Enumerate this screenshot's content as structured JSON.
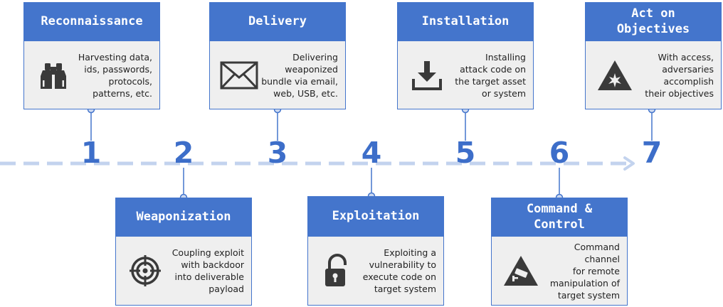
{
  "stages": [
    {
      "number": "1",
      "title": "Reconnaissance",
      "description": "Harvesting data,\nids, passwords,\nprotocols,\npatterns, etc.",
      "icon": "binoculars-icon"
    },
    {
      "number": "2",
      "title": "Weaponization",
      "description": "Coupling exploit\nwith backdoor\ninto deliverable\npayload",
      "icon": "crosshair-icon"
    },
    {
      "number": "3",
      "title": "Delivery",
      "description": "Delivering\nweaponized\nbundle via email,\nweb, USB, etc.",
      "icon": "envelope-icon"
    },
    {
      "number": "4",
      "title": "Exploitation",
      "description": "Exploiting a\nvulnerability to\nexecute code on\ntarget system",
      "icon": "unlocked-padlock-icon"
    },
    {
      "number": "5",
      "title": "Installation",
      "description": "Installing\nattack code on\nthe target asset\nor system",
      "icon": "download-icon"
    },
    {
      "number": "6",
      "title": "Command &\nControl",
      "description": "Command channel\nfor remote\nmanipulation of\ntarget system",
      "icon": "surveillance-camera-icon"
    },
    {
      "number": "7",
      "title": "Act on\nObjectives",
      "description": "With access,\nadversaries\naccomplish\ntheir objectives",
      "icon": "explosion-warning-icon"
    }
  ],
  "colors": {
    "accent": "#4475cc",
    "number": "#3d6ec9",
    "timeline": "#c3d3ee",
    "card_bg": "#efefef",
    "icon": "#3a3a3a"
  }
}
